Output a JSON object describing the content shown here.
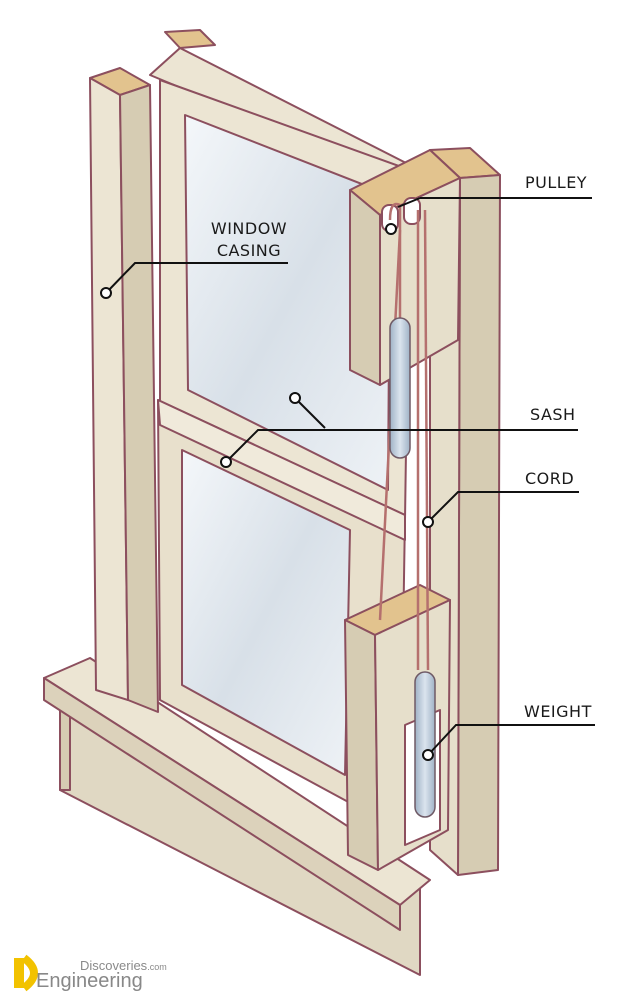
{
  "labels": {
    "pulley": "PULLEY",
    "window_casing_line1": "WINDOW",
    "window_casing_line2": "CASING",
    "sash": "SASH",
    "cord": "CORD",
    "weight": "WEIGHT"
  },
  "watermark": {
    "line1": "Discoveries",
    "suffix": ".com",
    "line2": "Engineering",
    "logo_letters": "ED"
  },
  "colors": {
    "wood_face": "#ece5d3",
    "wood_side": "#d6ccb3",
    "wood_top": "#e2c38e",
    "outline": "#8c4f5e",
    "glass": "#dfe6ee",
    "cord": "#b5706e",
    "weight": "#b9c7d6",
    "leader": "#111111",
    "logo": "#f2c200"
  }
}
